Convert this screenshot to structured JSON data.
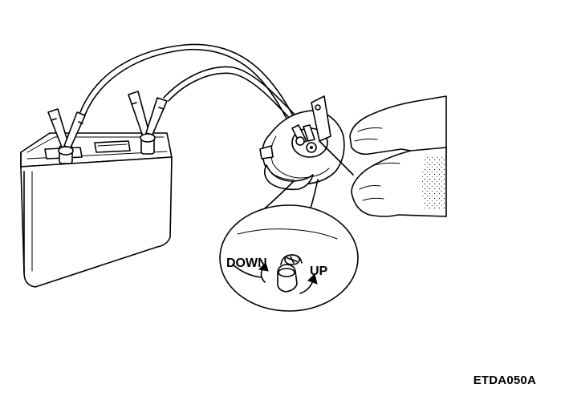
{
  "figure": {
    "code": "ETDA050A",
    "labels": {
      "down": "DOWN",
      "up": "UP"
    }
  },
  "icons": [
    "battery-icon",
    "alligator-clip-icon",
    "hand-icon",
    "arrow-icon"
  ],
  "colors": {
    "ink": "#000000",
    "paper": "#ffffff"
  }
}
